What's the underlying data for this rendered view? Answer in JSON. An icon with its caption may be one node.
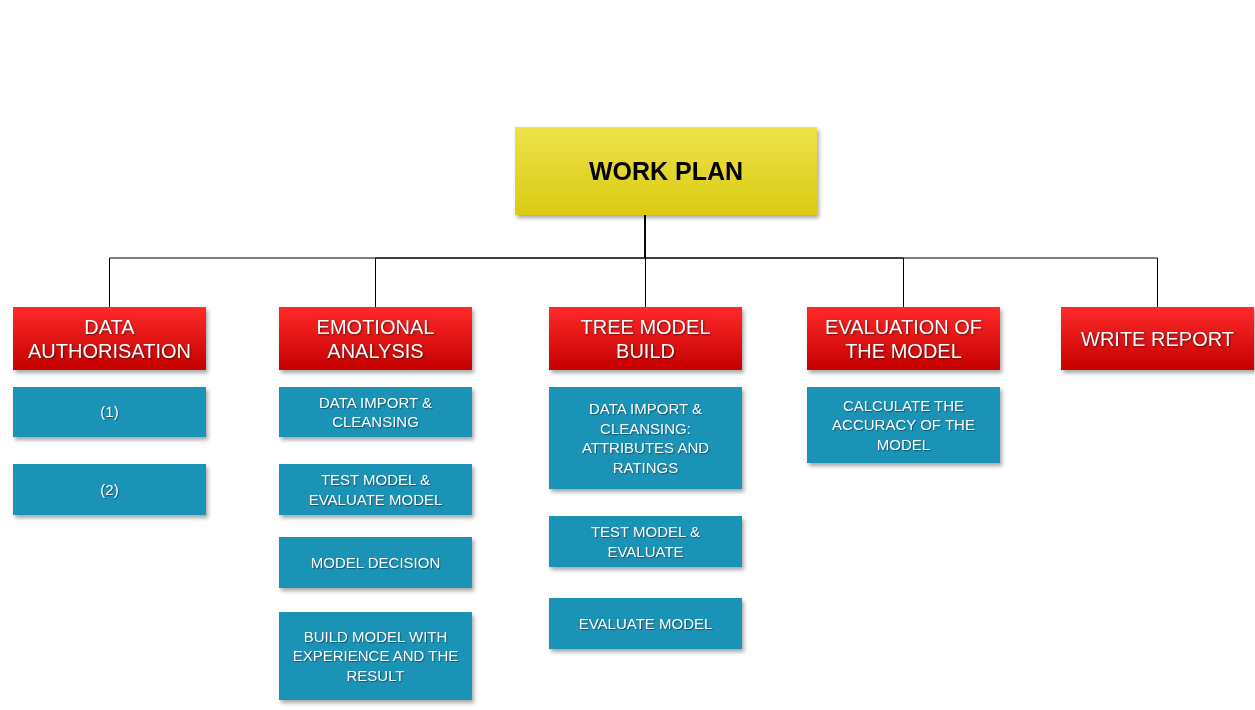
{
  "diagram": {
    "nodes": [
      {
        "text": [
          "WORK PLAN"
        ]
      },
      {
        "text": [
          "DATA AUTHORISATION"
        ]
      },
      {
        "text": [
          "EMOTIONAL ANALYSIS"
        ]
      },
      {
        "text": [
          "TREE MODEL BUILD"
        ]
      },
      {
        "text": [
          "EVALUATION OF THE MODEL"
        ]
      },
      {
        "text": [
          "WRITE REPORT"
        ]
      },
      {
        "text": [
          "(1)"
        ]
      },
      {
        "text": [
          "(2)"
        ]
      },
      {
        "text": [
          "DATA IMPORT & CLEANSING"
        ]
      },
      {
        "text": [
          "TEST MODEL & EVALUATE MODEL"
        ]
      },
      {
        "text": [
          "MODEL DECISION"
        ]
      },
      {
        "text": [
          "BUILD MODEL WITH EXPERIENCE AND THE RESULT"
        ]
      },
      {
        "text": [
          "DATA IMPORT & CLEANSING: ATTRIBUTES AND RATINGS"
        ]
      },
      {
        "text": [
          "TEST MODEL & EVALUATE"
        ]
      },
      {
        "text": [
          "EVALUATE MODEL"
        ]
      },
      {
        "text": [
          "CALCULATE THE ACCURACY OF THE MODEL"
        ]
      }
    ],
    "edges": [
      {
        "from": 0,
        "to": 1,
        "arrow": "none"
      },
      {
        "from": 0,
        "to": 2,
        "arrow": "none"
      },
      {
        "from": 0,
        "to": 3,
        "arrow": "none"
      },
      {
        "from": 0,
        "to": 4,
        "arrow": "none"
      },
      {
        "from": 0,
        "to": 5,
        "arrow": "none"
      }
    ]
  }
}
